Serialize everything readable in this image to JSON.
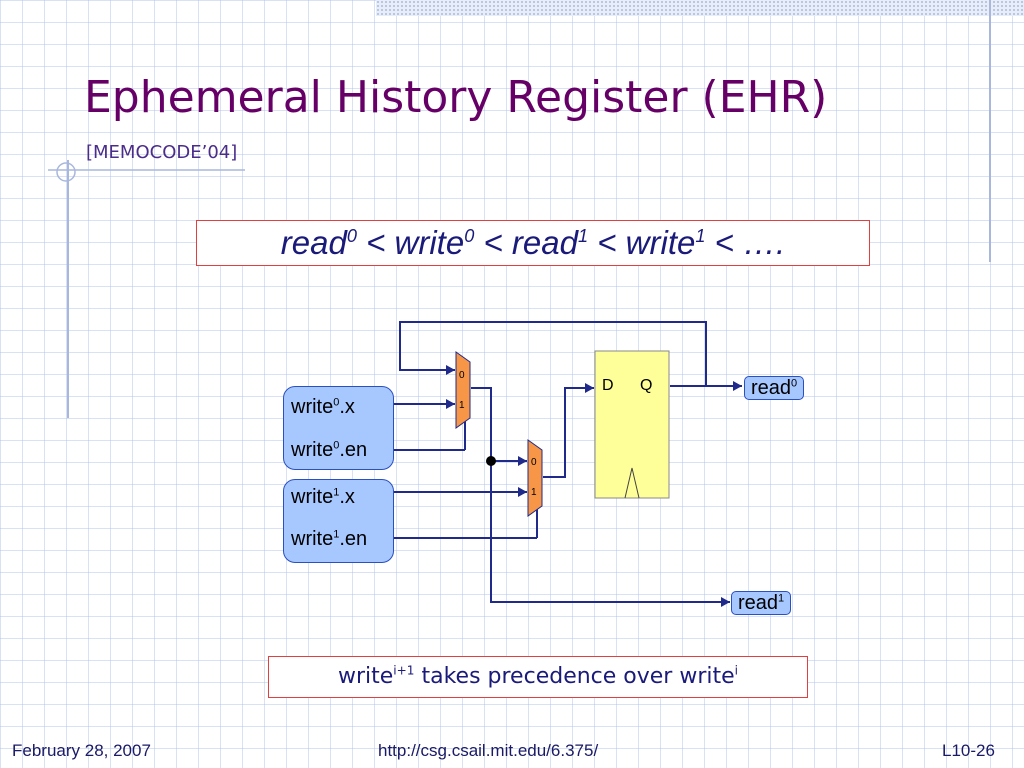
{
  "slide": {
    "title": "Ephemeral History Register (EHR)",
    "subtitle": "[MEMOCODE’04]"
  },
  "formula": {
    "read0": "read",
    "read0_sup": "0",
    "lt1": " < ",
    "write0": "write",
    "write0_sup": "0",
    "lt2": " < ",
    "read1": "read",
    "read1_sup": "1",
    "lt3": " < ",
    "write1": "write",
    "write1_sup": "1",
    "tail": " < …."
  },
  "diagram": {
    "inputs": [
      {
        "base": "write",
        "sup": "0",
        "suffix": ".x"
      },
      {
        "base": "write",
        "sup": "0",
        "suffix": ".en"
      },
      {
        "base": "write",
        "sup": "1",
        "suffix": ".x"
      },
      {
        "base": "write",
        "sup": "1",
        "suffix": ".en"
      }
    ],
    "mux_top": {
      "in0": "0",
      "in1": "1"
    },
    "mux_bottom": {
      "in0": "0",
      "in1": "1"
    },
    "flipflop": {
      "d": "D",
      "q": "Q"
    },
    "outputs": [
      {
        "base": "read",
        "sup": "0"
      },
      {
        "base": "read",
        "sup": "1"
      }
    ]
  },
  "note": {
    "w1": "write",
    "w1_sup": "i+1",
    "middle": " takes precedence over write",
    "w2_sup": "i"
  },
  "footer": {
    "date": "February 28, 2007",
    "url": "http://csg.csail.mit.edu/6.375/",
    "page": "L10-26"
  },
  "colors": {
    "title": "#660066",
    "wire": "#1f2a8a",
    "mux_fill": "#f79646",
    "flipflop_fill": "#ffff99",
    "input_box_fill": "#a7c7ff",
    "box_border": "#e04040"
  }
}
